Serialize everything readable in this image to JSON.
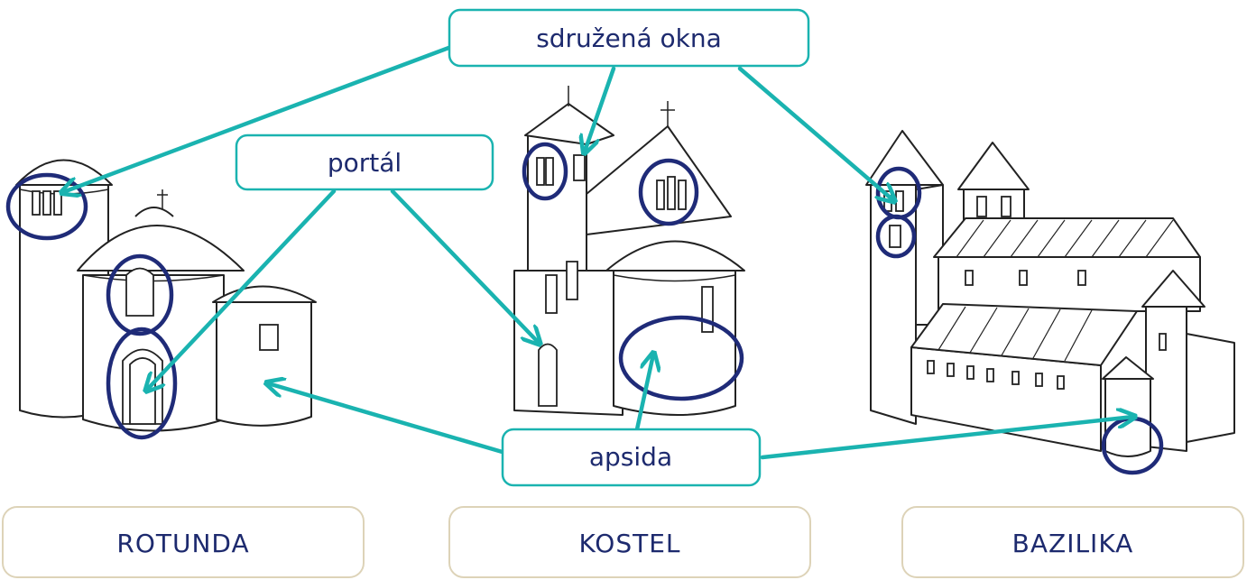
{
  "callouts": {
    "windows": "sdružená okna",
    "portal": "portál",
    "apse": "apsida"
  },
  "buildings": {
    "rotunda": "ROTUNDA",
    "church": "KOSTEL",
    "basilica": "BAZILIKA"
  },
  "colors": {
    "arrow": "#1ab3b0",
    "circle_marker": "#1f2b78",
    "label_text": "#1d2a6e",
    "name_box_border": "#ddd3b8"
  }
}
